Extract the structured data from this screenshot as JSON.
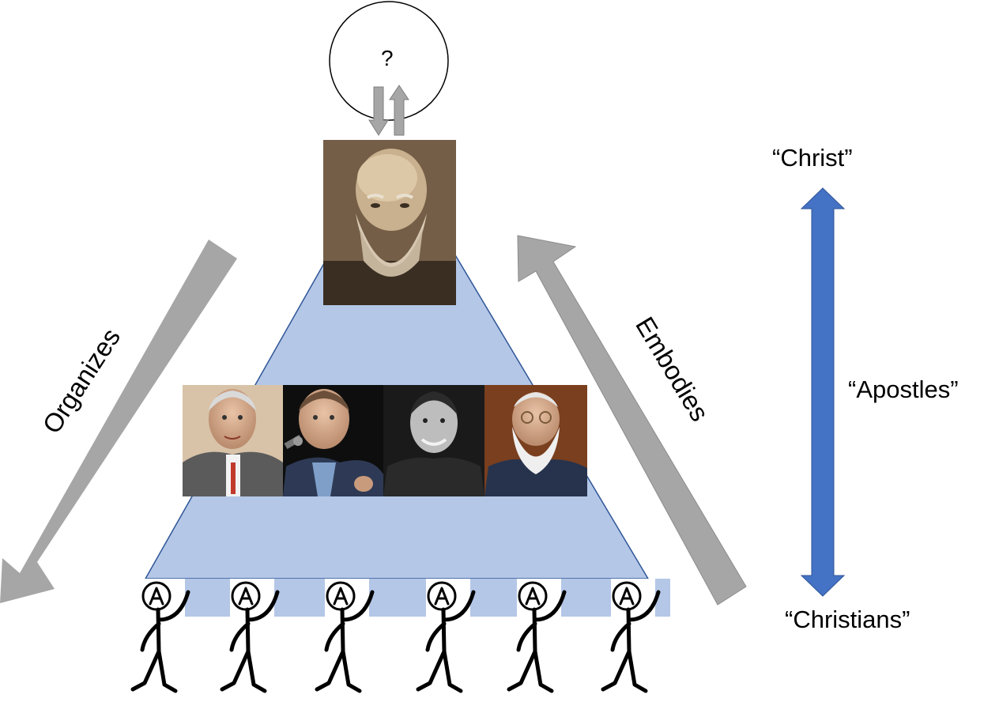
{
  "top_node": {
    "symbol": "?"
  },
  "labels": {
    "left_arrow": "Organizes",
    "right_arrow": "Embodies",
    "scale_top": "“Christ”",
    "scale_middle": "“Apostles”",
    "scale_bottom": "“Christians”"
  },
  "colors": {
    "pyramid_fill": "#b4c7e7",
    "pyramid_stroke": "#2f5597",
    "gray_arrow": "#a6a6a6",
    "blue_arrow": "#4472c4"
  },
  "tiers": {
    "top": {
      "count": 1,
      "content": "bearded-elder-portrait"
    },
    "middle": {
      "count": 4,
      "content": "portrait-photos"
    },
    "base": {
      "count": 6,
      "content": "atheist-stick-figures"
    }
  }
}
